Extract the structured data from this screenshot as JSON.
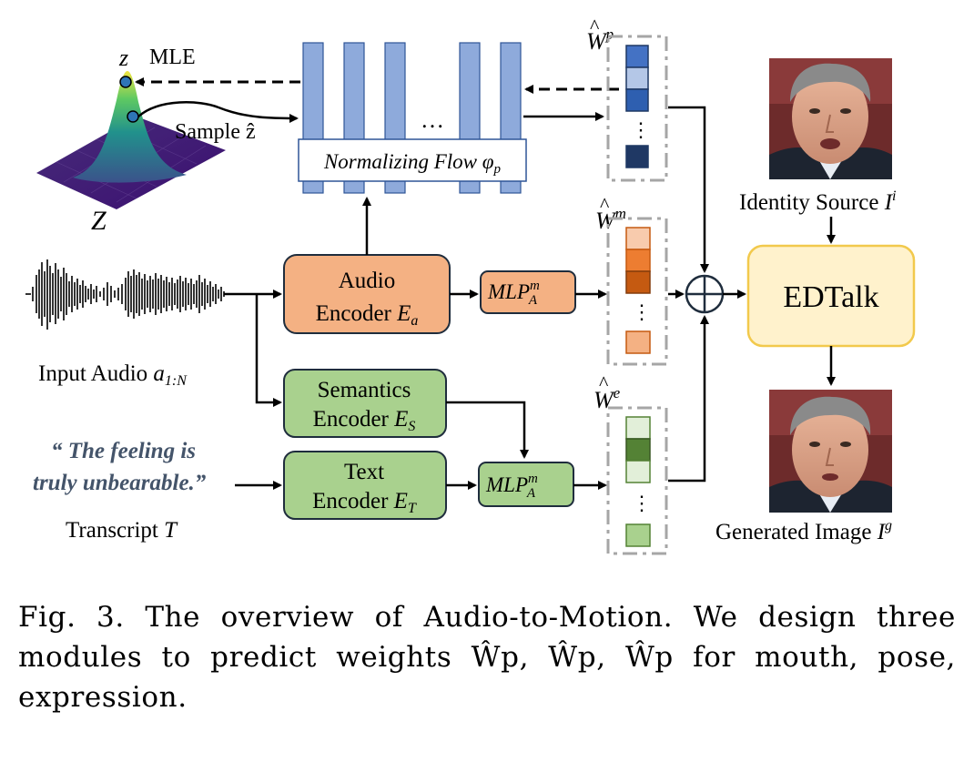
{
  "diagram": {
    "flow": {
      "label_text": "Normalizing Flow ",
      "label_symbol": "φp",
      "ellipsis": "…"
    },
    "surface": {
      "z_top": "z",
      "mle": "MLE",
      "sample": "Sample ẑ",
      "z_big": "Z"
    },
    "weights": {
      "wp": "Ŵp",
      "wm": "Ŵm",
      "we": "Ŵe",
      "vdots": "⋮"
    },
    "colors": {
      "flow_bar": "#8eaadb",
      "wp_cells": [
        "#4472c4",
        "#b4c7e7",
        "#2e5fb0",
        "#1f3864"
      ],
      "wm_cells": [
        "#f8cbad",
        "#ed7d31",
        "#c55a11",
        "#f4b183"
      ],
      "we_cells": [
        "#e2efd9",
        "#548235",
        "#e2efd9",
        "#a9d18e"
      ],
      "audio_box": "#f4b183",
      "semantic_box": "#a9d18e",
      "edtalk_box": "#fff2cc",
      "edtalk_border": "#f2c94c"
    },
    "modules": {
      "audio_encoder_line1": "Audio",
      "audio_encoder_line2": "Encoder Ea",
      "mlp_top": "MLPAm",
      "semantics_line1": "Semantics",
      "semantics_line2": "Encoder ES",
      "text_line1": "Text",
      "text_line2": "Encoder ET",
      "mlp_bottom": "MLPAm",
      "edtalk": "EDTalk"
    },
    "inputs": {
      "audio": "Input Audio a1:N",
      "quote_line1": "“ The feeling is",
      "quote_line2": "truly unbearable.”",
      "transcript": "Transcript T"
    },
    "faces": {
      "identity_caption": "Identity Source Ii",
      "generated_caption": "Generated Image Ig"
    }
  },
  "caption": {
    "text": "Fig. 3.  The overview of Audio-to-Motion.  We design three modules to predict weights Ŵp, Ŵp, Ŵp for mouth, pose, expression."
  }
}
